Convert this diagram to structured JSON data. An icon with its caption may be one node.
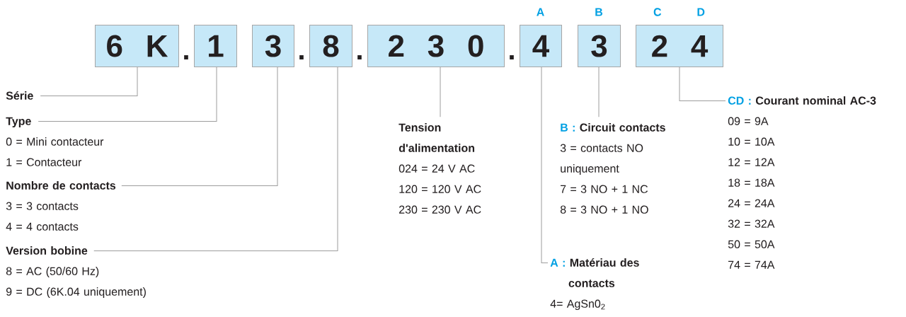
{
  "diagram": {
    "nodes": [
      {
        "text": [
          "6 K"
        ]
      },
      {
        "text": [
          "1"
        ]
      },
      {
        "text": [
          "3"
        ]
      },
      {
        "text": [
          "8"
        ]
      },
      {
        "text": [
          "2 3 0"
        ]
      },
      {
        "text": [
          "4"
        ],
        "beside": [
          "A"
        ]
      },
      {
        "text": [
          "3"
        ],
        "beside": [
          "B"
        ]
      },
      {
        "text": [
          "2 4"
        ],
        "beside": [
          "C",
          "D"
        ]
      },
      {
        "text": [
          "Série"
        ]
      },
      {
        "text": [
          "Type",
          "0 = Mini contacteur",
          "1 = Contacteur"
        ]
      },
      {
        "text": [
          "Nombre de contacts",
          "3 = 3 contacts",
          "4 = 4 contacts"
        ]
      },
      {
        "text": [
          "Version bobine",
          "8 = AC (50/60 Hz)",
          "9 = DC (6K.04 uniquement)"
        ]
      },
      {
        "text": [
          "Tension d'alimentation",
          "024 = 24 V AC",
          "120 = 120 V AC",
          "230 = 230 V AC"
        ]
      },
      {
        "text": [
          "B :",
          "Circuit contacts",
          "3 = contacts NO uniquement",
          "7 = 3 NO + 1 NC",
          "8 = 3 NO + 1 NO"
        ]
      },
      {
        "text": [
          "A :",
          "Matériau des contacts",
          "4= AgSn0$_{2}$"
        ]
      },
      {
        "text": [
          "CD :",
          "Courant nominal AC-3",
          "09 = 9A",
          "10 = 10A",
          "12 = 12A",
          "18 = 18A",
          "24 = 24A",
          "32 = 32A",
          "50 = 50A",
          "74 = 74A"
        ]
      }
    ],
    "edges": [
      {
        "from": 8,
        "to": 0,
        "arrow": "none"
      },
      {
        "from": 9,
        "to": 1,
        "arrow": "none"
      },
      {
        "from": 10,
        "to": 2,
        "arrow": "none"
      },
      {
        "from": 11,
        "to": 3,
        "arrow": "none"
      },
      {
        "from": 12,
        "to": 4,
        "arrow": "none"
      },
      {
        "from": 13,
        "to": 6,
        "arrow": "none"
      },
      {
        "from": 14,
        "to": 5,
        "arrow": "none"
      },
      {
        "from": 15,
        "to": 7,
        "arrow": "none"
      }
    ],
    "labels": [
      ".",
      ".",
      ".",
      "."
    ]
  }
}
